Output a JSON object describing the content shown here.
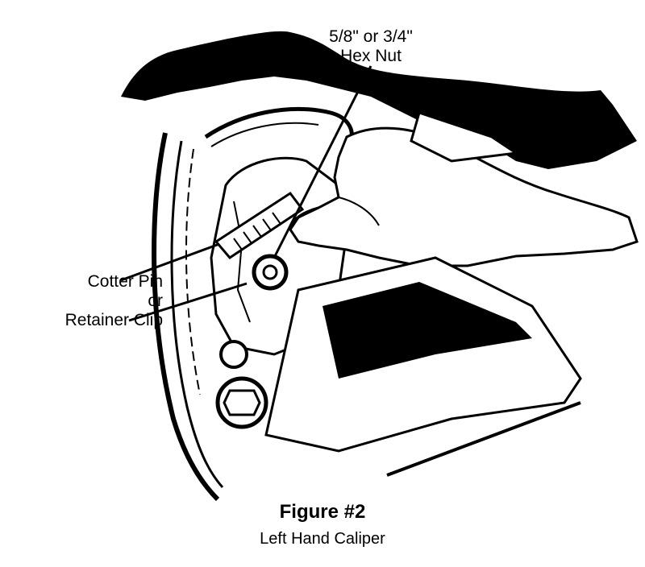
{
  "callouts": {
    "hex_nut": {
      "line1": "5/8\" or 3/4\"",
      "line2": "Hex Nut"
    },
    "cotter_pin": {
      "line1": "Cotter Pin",
      "line2": "or",
      "line3": "Retainer Clip"
    }
  },
  "figure": {
    "title": "Figure #2",
    "caption": "Left Hand Caliper"
  },
  "colors": {
    "ink": "#000000",
    "paper": "#ffffff"
  }
}
